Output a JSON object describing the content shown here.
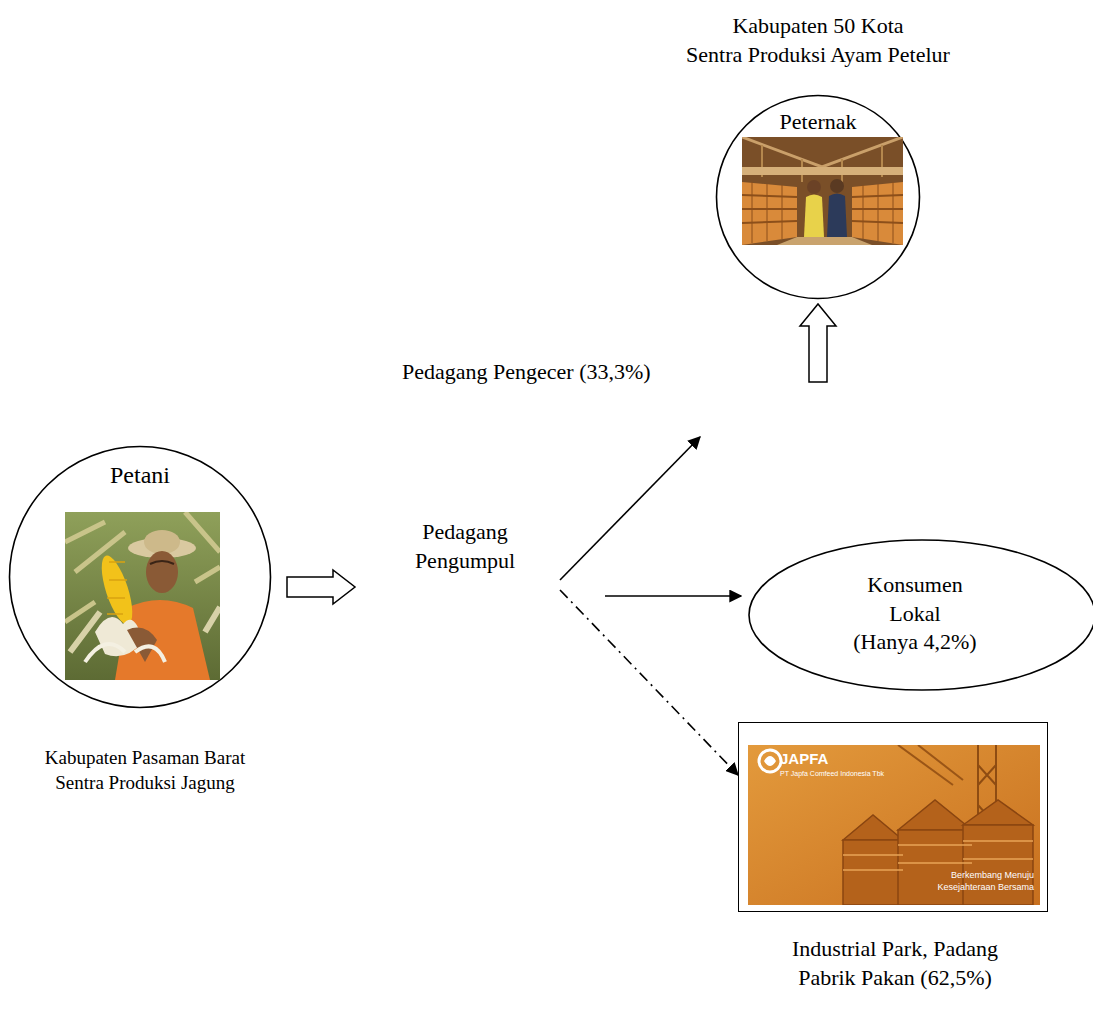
{
  "diagram": {
    "nodes": [
      {
        "text": [
          "Petani",
          "Kabupaten Pasaman Barat Sentra Produksi Jagung"
        ]
      },
      {
        "text": [
          "Pedagang Pengumpul"
        ]
      },
      {
        "text": [
          "Kabupaten 50 Kota Sentra Produksi Ayam Petelur",
          "Peternak"
        ]
      },
      {
        "text": [
          "Konsumen Lokal (Hanya 4,2%)"
        ]
      },
      {
        "text": [
          "JAPFA",
          "PT Japfa Comfeed Indonesia Tbk",
          "Berkembang Menuju Kesejahteraan Bersama",
          "Industrial Park, Padang Pabrik Pakan (62,5%)"
        ]
      }
    ],
    "edges": [
      {
        "from": 0,
        "to": 1,
        "arrow": "to"
      },
      {
        "from": 1,
        "to": 2,
        "arrow": "to",
        "label": "Pedagang Pengecer (33,3%)"
      },
      {
        "from": 1,
        "to": 3,
        "arrow": "to"
      },
      {
        "from": 1,
        "to": 4,
        "arrow": "to"
      }
    ]
  }
}
